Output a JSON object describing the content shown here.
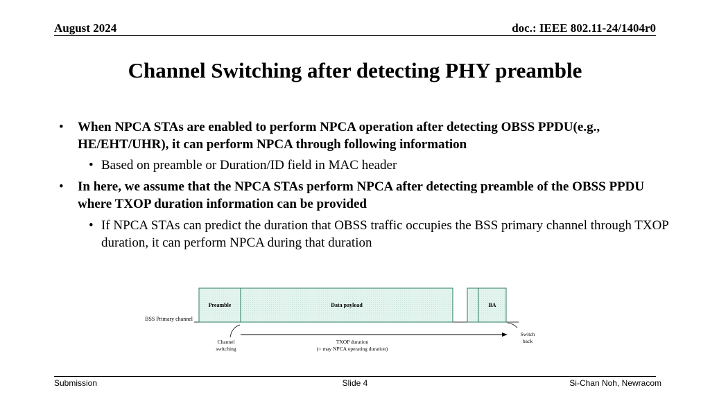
{
  "header": {
    "date": "August 2024",
    "doc_id": "doc.: IEEE 802.11-24/1404r0"
  },
  "title": "Channel Switching after detecting PHY preamble",
  "bullets": [
    {
      "level": 1,
      "text": "When NPCA STAs are enabled to perform NPCA operation after detecting OBSS PPDU(e.g., HE/EHT/UHR), it can perform NPCA through following information"
    },
    {
      "level": 2,
      "text": "Based on preamble or Duration/ID field in MAC header"
    },
    {
      "level": 1,
      "text": "In here, we assume that the NPCA STAs perform NPCA after detecting preamble of the OBSS PPDU where TXOP duration information can be provided"
    },
    {
      "level": 2,
      "text": "If NPCA STAs can predict the duration that OBSS traffic occupies the BSS primary channel through TXOP duration, it can perform NPCA during that duration"
    }
  ],
  "diagram": {
    "preamble_label": "Preamble",
    "payload_label": "Data payload",
    "ba_label": "BA",
    "channel_label": "BSS Primary channel",
    "switch_label_1": "Channel",
    "switch_label_2": "switching",
    "txop_label_1": "TXOP duration",
    "txop_label_2": "(= may NPCA operating duration)",
    "back_label_1": "Switch",
    "back_label_2": "back",
    "fill_color": "#e3f4ef",
    "border_color": "#2e7d5b"
  },
  "footer": {
    "left": "Submission",
    "center": "Slide 4",
    "right": "Si-Chan Noh, Newracom"
  }
}
